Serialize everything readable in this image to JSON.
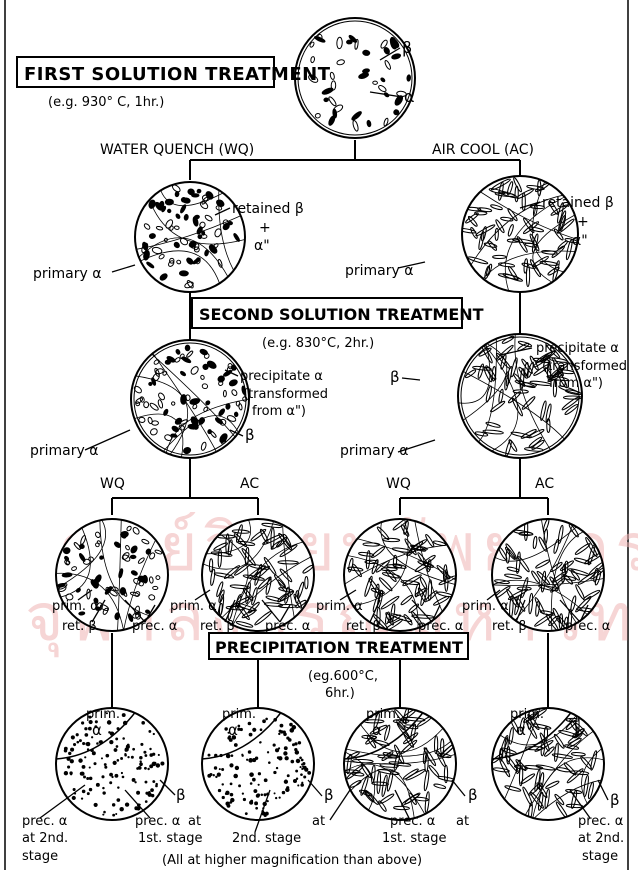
{
  "treatments": {
    "first": "FIRST SOLUTION TREATMENT",
    "first_cond": "(e.g. 930° C, 1hr.)",
    "second": "SECOND SOLUTION TREATMENT",
    "second_cond": "(e.g. 830°C, 2hr.)",
    "precip": "PRECIPITATION TREATMENT",
    "precip_cond_1": "(eg.600°C,",
    "precip_cond_2": "6hr.)"
  },
  "branches": {
    "wq": "WATER QUENCH (WQ)",
    "ac": "AIR COOL (AC)",
    "wq_short": "WQ",
    "ac_short": "AC"
  },
  "labels": {
    "beta": "β",
    "alpha": "α",
    "retained_beta": "retained β",
    "plus": "+",
    "alpha_dprime": "α\"",
    "primary_alpha": "primary α",
    "precipitate_alpha": "precipitate α",
    "transformed_1": "(transformed",
    "transformed_2": "from α\")",
    "prim_alpha": "prim. α",
    "ret_beta": "ret. β",
    "prec_alpha": "prec. α",
    "prim": "prim.",
    "prec_alpha_at": "prec. α",
    "at": "at",
    "at_2nd_stage": "at 2nd.",
    "stage": "stage",
    "2nd_stage": "2nd. stage",
    "1st_stage": "1st. stage"
  },
  "footer": "(All at higher magnification than above)",
  "watermark": {
    "line1": "ศูนย์วิทยทรัพยากร",
    "line2": "จุฬาลงกรณ์มหาวิทยาลัย"
  }
}
